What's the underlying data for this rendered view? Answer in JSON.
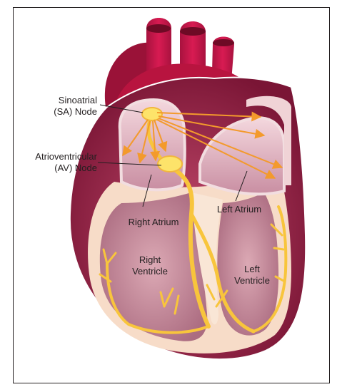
{
  "labels": {
    "sa_node_line1": "Sinoatrial",
    "sa_node_line2": "(SA) Node",
    "av_node_line1": "Atrioventricular",
    "av_node_line2": "(AV) Node",
    "right_atrium": "Right Atrium",
    "left_atrium": "Left Atrium",
    "right_ventricle_line1": "Right",
    "right_ventricle_line2": "Ventricle",
    "left_ventricle_line1": "Left",
    "left_ventricle_line2": "Ventricle"
  },
  "colors": {
    "outer_wall": "#8c1d40",
    "aorta": "#c8164a",
    "chamber": "#b5708a",
    "muscle": "#f7dcc8",
    "conduction": "#f8c53c",
    "node": "#fde36a",
    "arrow": "#f39a2c",
    "border": "#231f20"
  }
}
